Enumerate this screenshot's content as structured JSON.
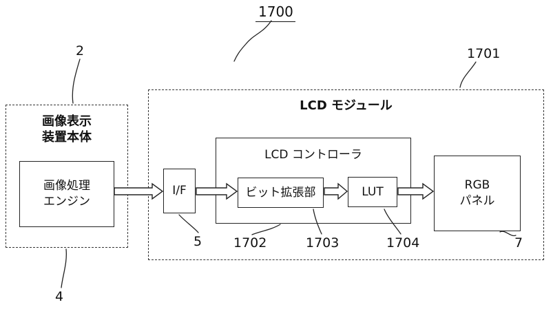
{
  "figure_refs": {
    "main": "1700",
    "device": "2",
    "device_body": "4",
    "lcd_module": "1701",
    "interface": "5",
    "lcd_controller": "1702",
    "bit_extension": "1703",
    "lut": "1704",
    "rgb_panel": "7"
  },
  "blocks": {
    "device": {
      "title_line1": "画像表示",
      "title_line2": "装置本体"
    },
    "engine": {
      "line1": "画像処理",
      "line2": "エンジン"
    },
    "lcd_module": {
      "title": "LCD モジュール"
    },
    "interface": {
      "label": "I/F"
    },
    "controller": {
      "title": "LCD コントローラ"
    },
    "bit_extension": {
      "label": "ビット拡張部"
    },
    "lut": {
      "label": "LUT"
    },
    "rgb_panel": {
      "line1": "RGB",
      "line2": "パネル"
    }
  },
  "colors": {
    "line": "#222222",
    "background": "#ffffff"
  }
}
